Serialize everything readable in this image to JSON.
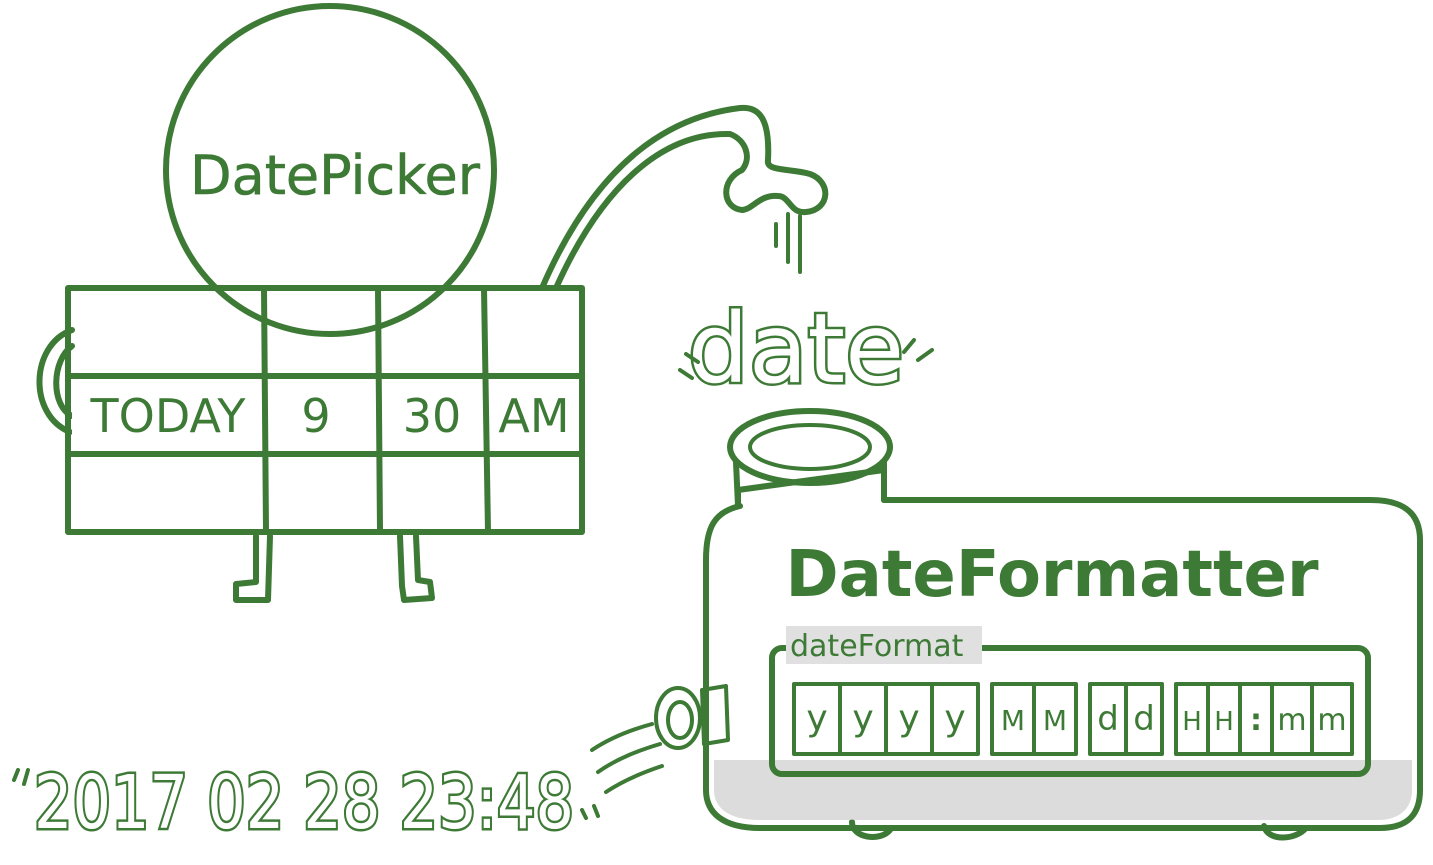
{
  "datepicker": {
    "title": "DatePicker",
    "columns": [
      "TODAY",
      "9",
      "30",
      "AM"
    ]
  },
  "flow_label": "date",
  "dateformatter": {
    "title": "DateFormatter",
    "group_label": "dateFormat",
    "format_groups": [
      [
        "y",
        "y",
        "y",
        "y"
      ],
      [
        "M",
        "M"
      ],
      [
        "d",
        "d"
      ],
      [
        "H",
        "H",
        ":",
        "m",
        "m"
      ]
    ]
  },
  "output_text": "2017 02 28 23:48",
  "colors": {
    "outline": "#3d7a35",
    "table_fill": "#d3e6d1",
    "machine_fill": "#e0e0e0",
    "machine_shadow": "#cdcdcd",
    "intake_fill": "#a8a8a8"
  }
}
